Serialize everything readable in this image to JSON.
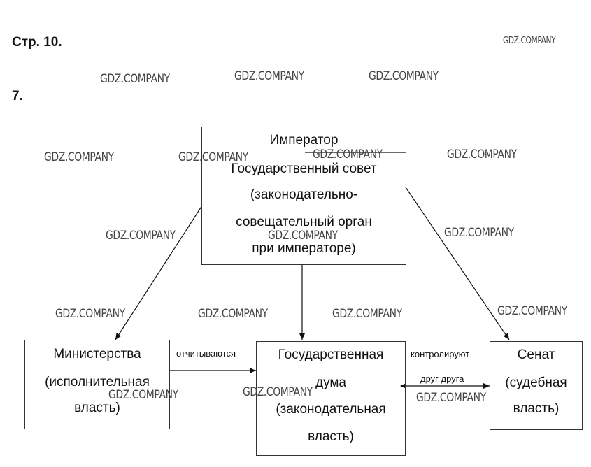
{
  "header": {
    "page_ref": "Стр. 10.",
    "task_number": "7."
  },
  "watermark": "GDZ.COMPANY",
  "diagram": {
    "top_box": {
      "title": "Император",
      "lines": [
        "Государственный совет",
        "(законодательно-",
        "совещательный орган",
        "при императоре)"
      ]
    },
    "ministries": {
      "lines": [
        "Министерства",
        "(исполнительная",
        "власть)"
      ]
    },
    "duma": {
      "lines": [
        "Государственная",
        "дума",
        "(законодательная",
        "власть)"
      ]
    },
    "senate": {
      "lines": [
        "Сенат",
        "(судебная",
        "власть)"
      ]
    },
    "edges": {
      "ministries_to_duma": "отчитываются",
      "duma_senate_top": "контролируют",
      "duma_senate_bottom": "друг друга"
    }
  }
}
